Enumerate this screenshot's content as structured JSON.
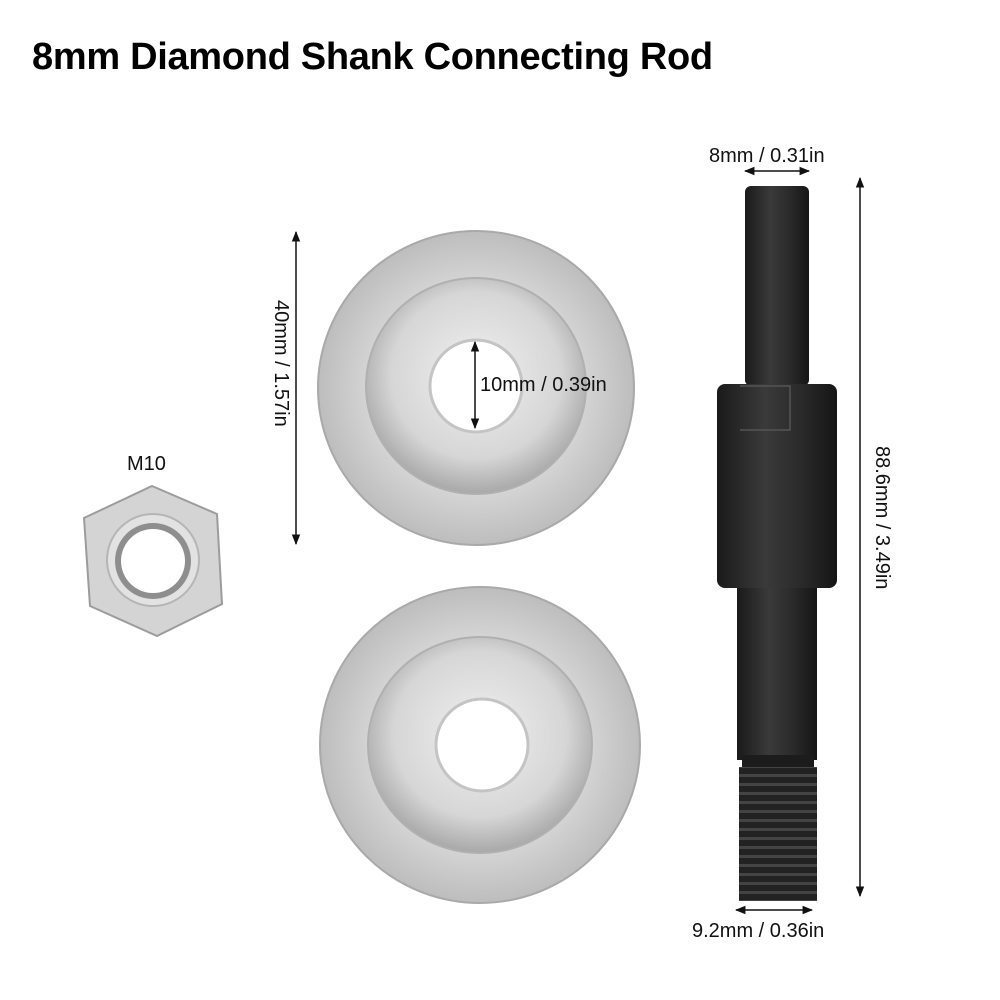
{
  "title": "8mm Diamond Shank Connecting Rod",
  "colors": {
    "background": "#ffffff",
    "text": "#111111",
    "steel_light": "#e6e6e6",
    "steel_mid": "#c8c8c8",
    "steel_dark": "#9a9a9a",
    "rod_black": "#2a2a2a"
  },
  "parts": {
    "nut": {
      "label": "M10",
      "name": "hex-nut"
    },
    "washer_top": {
      "name": "flange-washer-top",
      "outer_dimension": "40mm / 1.57in",
      "hole_dimension": "10mm / 0.39in"
    },
    "washer_bottom": {
      "name": "flange-washer-bottom"
    },
    "rod": {
      "name": "connecting-rod",
      "shank_dimension": "8mm / 0.31in",
      "length_dimension": "88.6mm / 3.49in",
      "thread_dimension": "9.2mm / 0.36in"
    }
  }
}
